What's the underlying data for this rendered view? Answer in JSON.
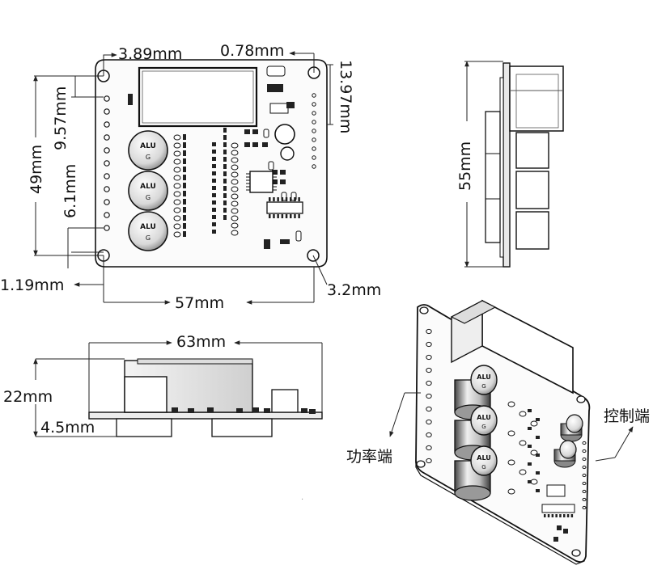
{
  "top_view": {
    "dim_hole_left_offset": "3.89mm",
    "dim_hole_right_offset": "0.78mm",
    "dim_right_header": "13.97mm",
    "dim_pitch_top": "9.57mm",
    "dim_hole_span": "49mm",
    "dim_pitch_bottom": "6.1mm",
    "dim_hole_edge": "1.19mm",
    "dim_hole_x_span": "57mm",
    "dim_hole_diameter": "3.2mm",
    "capacitor_label_top": "ALU",
    "capacitor_label_bottom": "G"
  },
  "side_view": {
    "dim_height": "55mm"
  },
  "front_view": {
    "dim_width": "63mm",
    "dim_height": "22mm",
    "dim_pin_length": "4.5mm"
  },
  "iso_view": {
    "label_power_side": "功率端",
    "label_control_side": "控制端"
  }
}
